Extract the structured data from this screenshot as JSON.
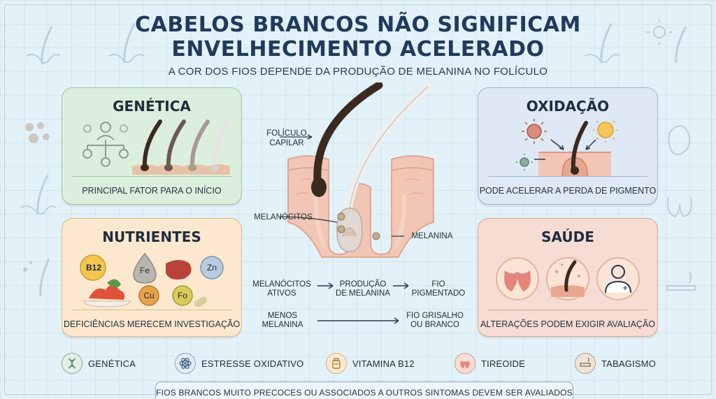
{
  "header": {
    "title_line1": "CABELOS BRANCOS NÃO SIGNIFICAM",
    "title_line2": "ENVELHECIMENTO ACELERADO",
    "subtitle": "A COR DOS FIOS DEPENDE DA PRODUÇÃO DE MELANINA NO FOLÍCULO"
  },
  "cards": {
    "genetics": {
      "title": "GENÉTICA",
      "caption": "PRINCIPAL FATOR PARA O INÍCIO"
    },
    "nutrients": {
      "title": "NUTRIENTES",
      "caption": "DEFICIÊNCIAS MERECEM INVESTIGAÇÃO",
      "items": [
        "B12",
        "Fe",
        "Zn",
        "Cu",
        "Fo"
      ]
    },
    "oxidation": {
      "title": "OXIDAÇÃO",
      "caption": "PODE ACELERAR A PERDA DE PIGMENTO"
    },
    "health": {
      "title": "SAÚDE",
      "caption": "ALTERAÇÕES PODEM EXIGIR AVALIAÇÃO"
    }
  },
  "diagram": {
    "label_follicle_1": "FOLÍCULO",
    "label_follicle_2": "CAPILAR",
    "label_melanocytes": "MELANÓCITOS",
    "label_melanin": "MELANINA"
  },
  "flow": {
    "row1": {
      "a1": "MELANÓCITOS",
      "a2": "ATIVOS",
      "b1": "PRODUÇÃO",
      "b2": "DE MELANINA",
      "c1": "FIO",
      "c2": "PIGMENTADO"
    },
    "row2": {
      "a1": "MENOS",
      "a2": "MELANINA",
      "b1": "FIO GRISALHO",
      "b2": "OU BRANCO"
    }
  },
  "legend": [
    "GENÉTICA",
    "ESTRESSE OXIDATIVO",
    "VITAMINA B12",
    "TIREOIDE",
    "TABAGISMO"
  ],
  "footer": {
    "text": "FIOS BRANCOS MUITO PRECOCES OU ASSOCIADOS A OUTROS SINTOMAS DEVEM SER AVALIADOS"
  },
  "colors": {
    "title": "#1f3a5c",
    "genetics_bg": "#dcefdc",
    "nutrients_bg": "#fbe8cf",
    "oxidation_bg": "#dfe9f5",
    "health_bg": "#f6dcd3",
    "hair_dark": "#3b2a20",
    "skin": "#f2c6b4"
  }
}
